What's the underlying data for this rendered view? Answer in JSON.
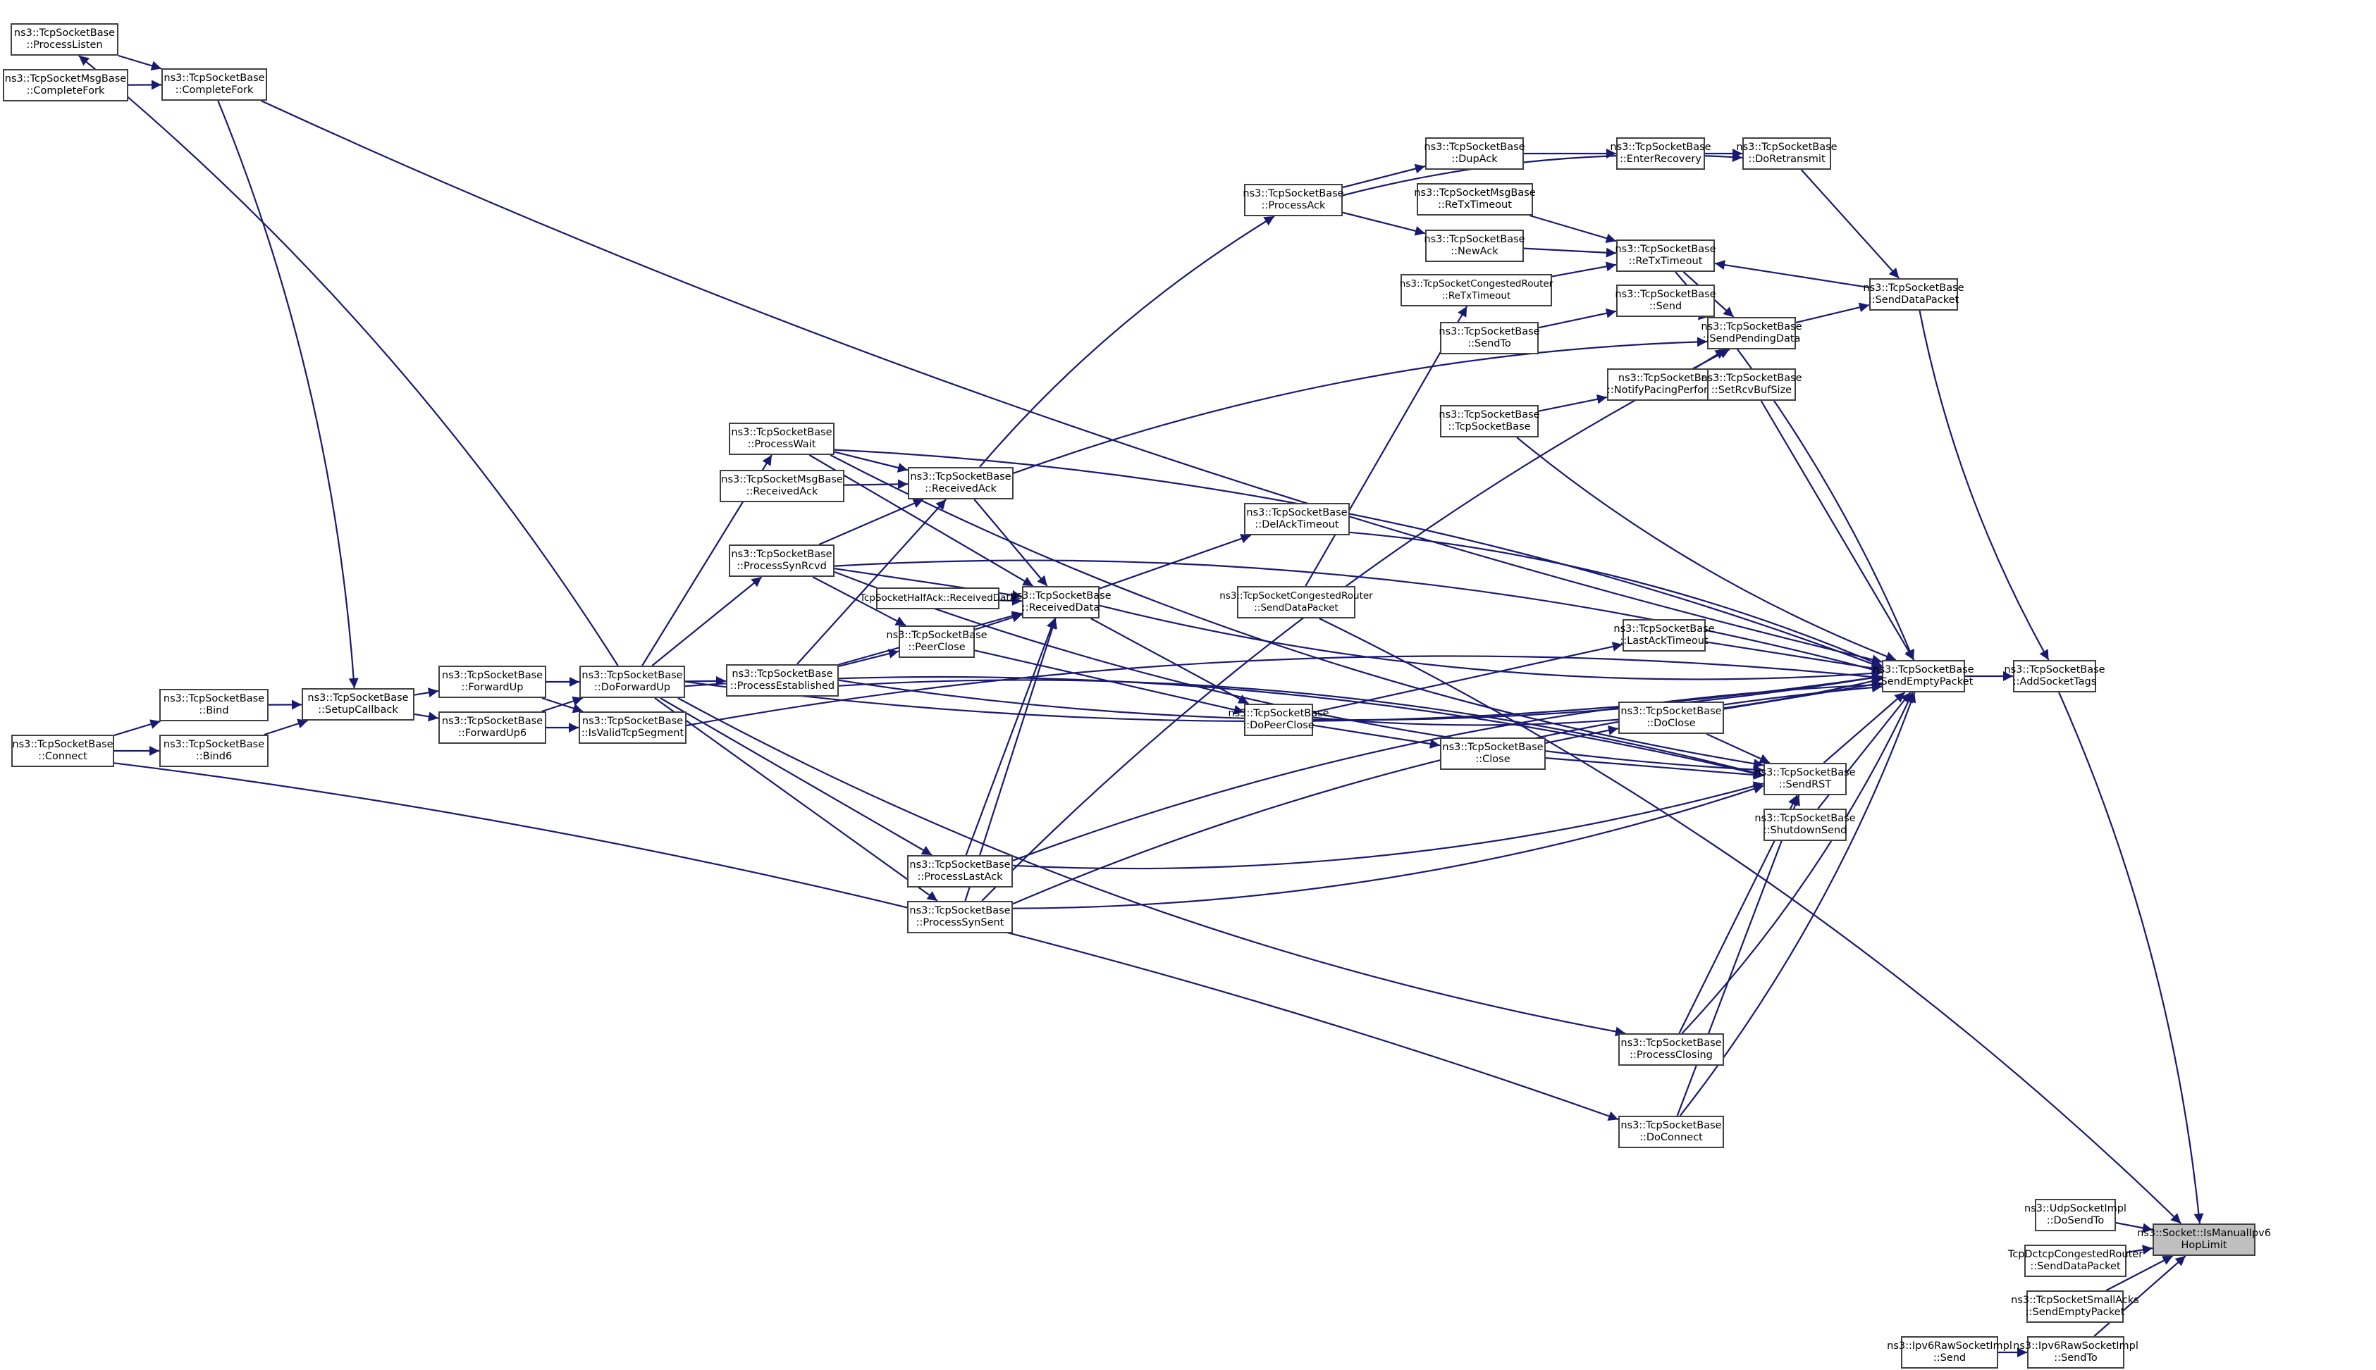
{
  "diagram": {
    "type": "doxygen-caller-graph",
    "title_node": "n_ismanual",
    "colors": {
      "edge": "#191970",
      "node_border": "#404040",
      "focus_fill": "#bfbfbf",
      "node_fill": "#ffffff"
    },
    "nodes": [
      {
        "id": "n_processlisten",
        "line1": "ns3::TcpSocketBase",
        "line2": "::ProcessListen"
      },
      {
        "id": "n_msgcompletefork",
        "line1": "ns3::TcpSocketMsgBase",
        "line2": "::CompleteFork"
      },
      {
        "id": "n_completefork",
        "line1": "ns3::TcpSocketBase",
        "line2": "::CompleteFork"
      },
      {
        "id": "n_connect",
        "line1": "ns3::TcpSocketBase",
        "line2": "::Connect"
      },
      {
        "id": "n_bind",
        "line1": "ns3::TcpSocketBase",
        "line2": "::Bind"
      },
      {
        "id": "n_bind6",
        "line1": "ns3::TcpSocketBase",
        "line2": "::Bind6"
      },
      {
        "id": "n_setupcallback",
        "line1": "ns3::TcpSocketBase",
        "line2": "::SetupCallback"
      },
      {
        "id": "n_forwardup",
        "line1": "ns3::TcpSocketBase",
        "line2": "::ForwardUp"
      },
      {
        "id": "n_forwardup6",
        "line1": "ns3::TcpSocketBase",
        "line2": "::ForwardUp6"
      },
      {
        "id": "n_doforwardup",
        "line1": "ns3::TcpSocketBase",
        "line2": "::DoForwardUp"
      },
      {
        "id": "n_isvalid",
        "line1": "ns3::TcpSocketBase",
        "line2": "::IsValidTcpSegment"
      },
      {
        "id": "n_processwait",
        "line1": "ns3::TcpSocketBase",
        "line2": "::ProcessWait"
      },
      {
        "id": "n_msgreceivedack",
        "line1": "ns3::TcpSocketMsgBase",
        "line2": "::ReceivedAck"
      },
      {
        "id": "n_processsynrcvd",
        "line1": "ns3::TcpSocketBase",
        "line2": "::ProcessSynRcvd"
      },
      {
        "id": "n_processestablished",
        "line1": "ns3::TcpSocketBase",
        "line2": "::ProcessEstablished"
      },
      {
        "id": "n_receivedack",
        "line1": "ns3::TcpSocketBase",
        "line2": "::ReceivedAck"
      },
      {
        "id": "n_halfack",
        "line1": "TcpSocketHalfAck::ReceivedData",
        "line2": ""
      },
      {
        "id": "n_peerclose",
        "line1": "ns3::TcpSocketBase",
        "line2": "::PeerClose"
      },
      {
        "id": "n_processlastack",
        "line1": "ns3::TcpSocketBase",
        "line2": "::ProcessLastAck"
      },
      {
        "id": "n_processsynsent",
        "line1": "ns3::TcpSocketBase",
        "line2": "::ProcessSynSent"
      },
      {
        "id": "n_receiveddata",
        "line1": "ns3::TcpSocketBase",
        "line2": "::ReceivedData"
      },
      {
        "id": "n_delacktimeout",
        "line1": "ns3::TcpSocketBase",
        "line2": "::DelAckTimeout"
      },
      {
        "id": "n_congsenddata",
        "line1": "ns3::TcpSocketCongestedRouter",
        "line2": "::SendDataPacket"
      },
      {
        "id": "n_dopeerclose",
        "line1": "ns3::TcpSocketBase",
        "line2": "::DoPeerClose"
      },
      {
        "id": "n_processack",
        "line1": "ns3::TcpSocketBase",
        "line2": "::ProcessAck"
      },
      {
        "id": "n_dupack",
        "line1": "ns3::TcpSocketBase",
        "line2": "::DupAck"
      },
      {
        "id": "n_msgretx",
        "line1": "ns3::TcpSocketMsgBase",
        "line2": "::ReTxTimeout"
      },
      {
        "id": "n_newack",
        "line1": "ns3::TcpSocketBase",
        "line2": "::NewAck"
      },
      {
        "id": "n_congretx",
        "line1": "ns3::TcpSocketCongestedRouter",
        "line2": "::ReTxTimeout"
      },
      {
        "id": "n_sendto",
        "line1": "ns3::TcpSocketBase",
        "line2": "::SendTo"
      },
      {
        "id": "n_ctor",
        "line1": "ns3::TcpSocketBase",
        "line2": "::TcpSocketBase"
      },
      {
        "id": "n_close",
        "line1": "ns3::TcpSocketBase",
        "line2": "::Close"
      },
      {
        "id": "n_enterrecovery",
        "line1": "ns3::TcpSocketBase",
        "line2": "::EnterRecovery"
      },
      {
        "id": "n_retx",
        "line1": "ns3::TcpSocketBase",
        "line2": "::ReTxTimeout"
      },
      {
        "id": "n_send",
        "line1": "ns3::TcpSocketBase",
        "line2": "::Send"
      },
      {
        "id": "n_pacing",
        "line1": "ns3::TcpSocketBase",
        "line2": "::NotifyPacingPerformed"
      },
      {
        "id": "n_lastacktimeout",
        "line1": "ns3::TcpSocketBase",
        "line2": "::LastAckTimeout"
      },
      {
        "id": "n_doclose",
        "line1": "ns3::TcpSocketBase",
        "line2": "::DoClose"
      },
      {
        "id": "n_processclosing",
        "line1": "ns3::TcpSocketBase",
        "line2": "::ProcessClosing"
      },
      {
        "id": "n_doconnect",
        "line1": "ns3::TcpSocketBase",
        "line2": "::DoConnect"
      },
      {
        "id": "n_doretransmit",
        "line1": "ns3::TcpSocketBase",
        "line2": "::DoRetransmit"
      },
      {
        "id": "n_sendpending",
        "line1": "ns3::TcpSocketBase",
        "line2": "::SendPendingData"
      },
      {
        "id": "n_setrcvbuf",
        "line1": "ns3::TcpSocketBase",
        "line2": "::SetRcvBufSize"
      },
      {
        "id": "n_sendrst",
        "line1": "ns3::TcpSocketBase",
        "line2": "::SendRST"
      },
      {
        "id": "n_shutdownsend",
        "line1": "ns3::TcpSocketBase",
        "line2": "::ShutdownSend"
      },
      {
        "id": "n_senddatapacket",
        "line1": "ns3::TcpSocketBase",
        "line2": "::SendDataPacket"
      },
      {
        "id": "n_sendempty",
        "line1": "ns3::TcpSocketBase",
        "line2": "::SendEmptyPacket"
      },
      {
        "id": "n_addtags",
        "line1": "ns3::TcpSocketBase",
        "line2": "::AddSocketTags"
      },
      {
        "id": "n_udpdosendto",
        "line1": "ns3::UdpSocketImpl",
        "line2": "::DoSendTo"
      },
      {
        "id": "n_dctcp",
        "line1": "TcpDctcpCongestedRouter",
        "line2": "::SendDataPacket"
      },
      {
        "id": "n_smallacks",
        "line1": "ns3::TcpSocketSmallAcks",
        "line2": "::SendEmptyPacket"
      },
      {
        "id": "n_ipv6send",
        "line1": "ns3::Ipv6RawSocketImpl",
        "line2": "::Send"
      },
      {
        "id": "n_ipv6sendto",
        "line1": "ns3::Ipv6RawSocketImpl",
        "line2": "::SendTo"
      },
      {
        "id": "n_ismanual",
        "line1": "ns3::Socket::IsManualIpv6",
        "line2": "HopLimit",
        "focus": true
      }
    ],
    "edges": [
      [
        "n_processlisten",
        "n_completefork"
      ],
      [
        "n_msgcompletefork",
        "n_completefork"
      ],
      [
        "n_completefork",
        "n_setupcallback"
      ],
      [
        "n_completefork",
        "n_sendempty"
      ],
      [
        "n_connect",
        "n_bind"
      ],
      [
        "n_connect",
        "n_bind6"
      ],
      [
        "n_connect",
        "n_doconnect"
      ],
      [
        "n_bind",
        "n_setupcallback"
      ],
      [
        "n_bind6",
        "n_setupcallback"
      ],
      [
        "n_setupcallback",
        "n_forwardup"
      ],
      [
        "n_setupcallback",
        "n_forwardup6"
      ],
      [
        "n_forwardup",
        "n_doforwardup"
      ],
      [
        "n_forwardup",
        "n_isvalid"
      ],
      [
        "n_forwardup6",
        "n_doforwardup"
      ],
      [
        "n_forwardup6",
        "n_isvalid"
      ],
      [
        "n_doforwardup",
        "n_processlisten"
      ],
      [
        "n_doforwardup",
        "n_processwait"
      ],
      [
        "n_doforwardup",
        "n_processsynrcvd"
      ],
      [
        "n_doforwardup",
        "n_processestablished"
      ],
      [
        "n_doforwardup",
        "n_processlastack"
      ],
      [
        "n_doforwardup",
        "n_processsynsent"
      ],
      [
        "n_doforwardup",
        "n_processclosing"
      ],
      [
        "n_doforwardup",
        "n_sendrst"
      ],
      [
        "n_doforwardup",
        "n_sendempty"
      ],
      [
        "n_isvalid",
        "n_sendempty"
      ],
      [
        "n_processwait",
        "n_receivedack"
      ],
      [
        "n_processwait",
        "n_receiveddata"
      ],
      [
        "n_processwait",
        "n_sendrst"
      ],
      [
        "n_processwait",
        "n_sendempty"
      ],
      [
        "n_msgreceivedack",
        "n_receivedack"
      ],
      [
        "n_processsynrcvd",
        "n_receivedack"
      ],
      [
        "n_processsynrcvd",
        "n_receiveddata"
      ],
      [
        "n_processsynrcvd",
        "n_peerclose"
      ],
      [
        "n_processsynrcvd",
        "n_sendrst"
      ],
      [
        "n_processsynrcvd",
        "n_sendempty"
      ],
      [
        "n_processestablished",
        "n_receivedack"
      ],
      [
        "n_processestablished",
        "n_receiveddata"
      ],
      [
        "n_processestablished",
        "n_peerclose"
      ],
      [
        "n_processestablished",
        "n_sendrst"
      ],
      [
        "n_processestablished",
        "n_sendempty"
      ],
      [
        "n_receivedack",
        "n_processack"
      ],
      [
        "n_receivedack",
        "n_receiveddata"
      ],
      [
        "n_receivedack",
        "n_sendpending"
      ],
      [
        "n_halfack",
        "n_receiveddata"
      ],
      [
        "n_peerclose",
        "n_receiveddata"
      ],
      [
        "n_peerclose",
        "n_dopeerclose"
      ],
      [
        "n_processlastack",
        "n_receiveddata"
      ],
      [
        "n_processlastack",
        "n_sendrst"
      ],
      [
        "n_processlastack",
        "n_sendempty"
      ],
      [
        "n_processsynsent",
        "n_receiveddata"
      ],
      [
        "n_processsynsent",
        "n_sendpending"
      ],
      [
        "n_processsynsent",
        "n_sendrst"
      ],
      [
        "n_processsynsent",
        "n_sendempty"
      ],
      [
        "n_receiveddata",
        "n_delacktimeout"
      ],
      [
        "n_receiveddata",
        "n_dopeerclose"
      ],
      [
        "n_receiveddata",
        "n_sendempty"
      ],
      [
        "n_delacktimeout",
        "n_sendempty"
      ],
      [
        "n_congsenddata",
        "n_congretx"
      ],
      [
        "n_congsenddata",
        "n_ismanual"
      ],
      [
        "n_dopeerclose",
        "n_close"
      ],
      [
        "n_dopeerclose",
        "n_lastacktimeout"
      ],
      [
        "n_dopeerclose",
        "n_sendempty"
      ],
      [
        "n_processack",
        "n_dupack"
      ],
      [
        "n_processack",
        "n_newack"
      ],
      [
        "n_processack",
        "n_doretransmit"
      ],
      [
        "n_dupack",
        "n_enterrecovery"
      ],
      [
        "n_msgretx",
        "n_retx"
      ],
      [
        "n_newack",
        "n_retx"
      ],
      [
        "n_congretx",
        "n_retx"
      ],
      [
        "n_sendto",
        "n_send"
      ],
      [
        "n_ctor",
        "n_pacing"
      ],
      [
        "n_ctor",
        "n_sendempty"
      ],
      [
        "n_close",
        "n_doclose"
      ],
      [
        "n_close",
        "n_sendrst"
      ],
      [
        "n_enterrecovery",
        "n_doretransmit"
      ],
      [
        "n_retx",
        "n_sendpending"
      ],
      [
        "n_retx",
        "n_sendempty"
      ],
      [
        "n_send",
        "n_sendpending"
      ],
      [
        "n_pacing",
        "n_sendpending"
      ],
      [
        "n_lastacktimeout",
        "n_sendempty"
      ],
      [
        "n_doclose",
        "n_sendrst"
      ],
      [
        "n_doclose",
        "n_sendempty"
      ],
      [
        "n_processclosing",
        "n_sendrst"
      ],
      [
        "n_processclosing",
        "n_sendempty"
      ],
      [
        "n_doconnect",
        "n_sendrst"
      ],
      [
        "n_doconnect",
        "n_sendempty"
      ],
      [
        "n_doretransmit",
        "n_senddatapacket"
      ],
      [
        "n_sendpending",
        "n_senddatapacket"
      ],
      [
        "n_senddatapacket",
        "n_retx"
      ],
      [
        "n_senddatapacket",
        "n_addtags"
      ],
      [
        "n_setrcvbuf",
        "n_sendempty"
      ],
      [
        "n_sendrst",
        "n_sendempty"
      ],
      [
        "n_shutdownsend",
        "n_sendempty"
      ],
      [
        "n_sendempty",
        "n_addtags"
      ],
      [
        "n_addtags",
        "n_ismanual"
      ],
      [
        "n_udpdosendto",
        "n_ismanual"
      ],
      [
        "n_dctcp",
        "n_ismanual"
      ],
      [
        "n_smallacks",
        "n_ismanual"
      ],
      [
        "n_ipv6send",
        "n_ipv6sendto"
      ],
      [
        "n_ipv6sendto",
        "n_ismanual"
      ]
    ]
  }
}
